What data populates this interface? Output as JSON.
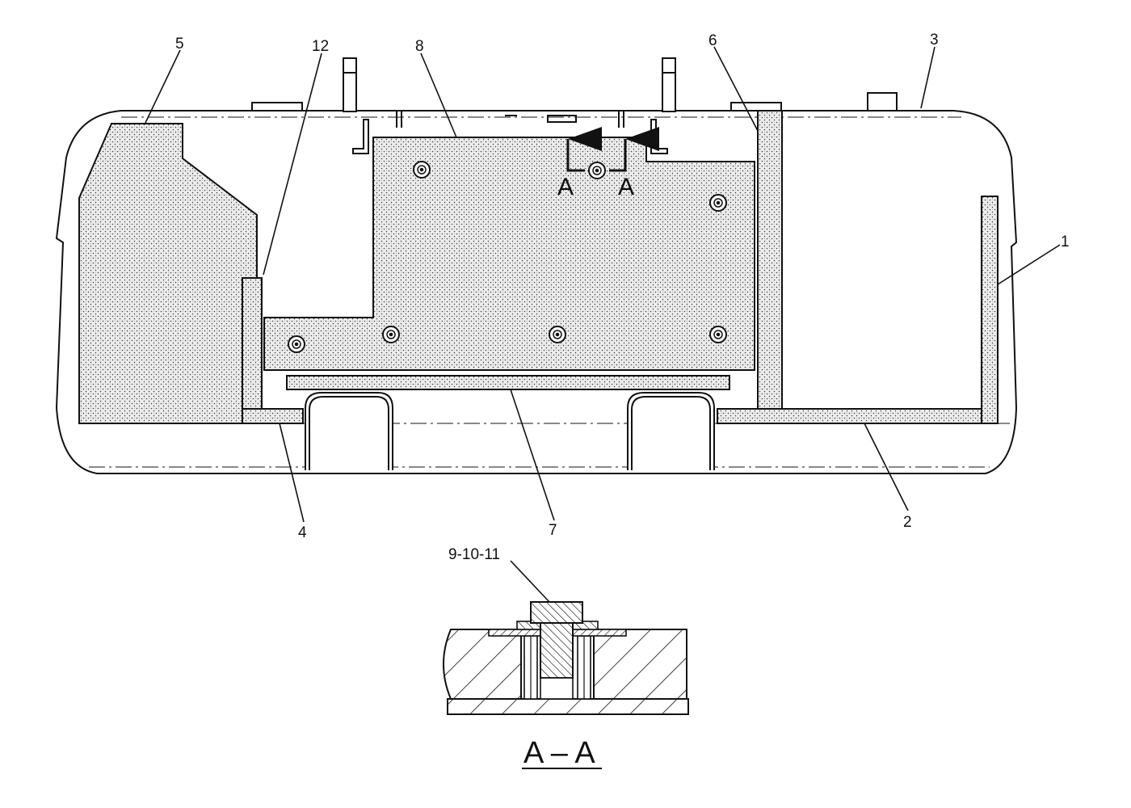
{
  "callouts": {
    "c1": "1",
    "c2": "2",
    "c3": "3",
    "c4": "4",
    "c5": "5",
    "c6": "6",
    "c7": "7",
    "c8": "8",
    "c12": "12",
    "c9_10_11": "9-10-11"
  },
  "section_marks": {
    "left": "A",
    "right": "A"
  },
  "section_view": {
    "title": "A – A"
  },
  "colors": {
    "line": "#111111",
    "foam_fill": "#ececec",
    "foam_dot": "#444444"
  }
}
